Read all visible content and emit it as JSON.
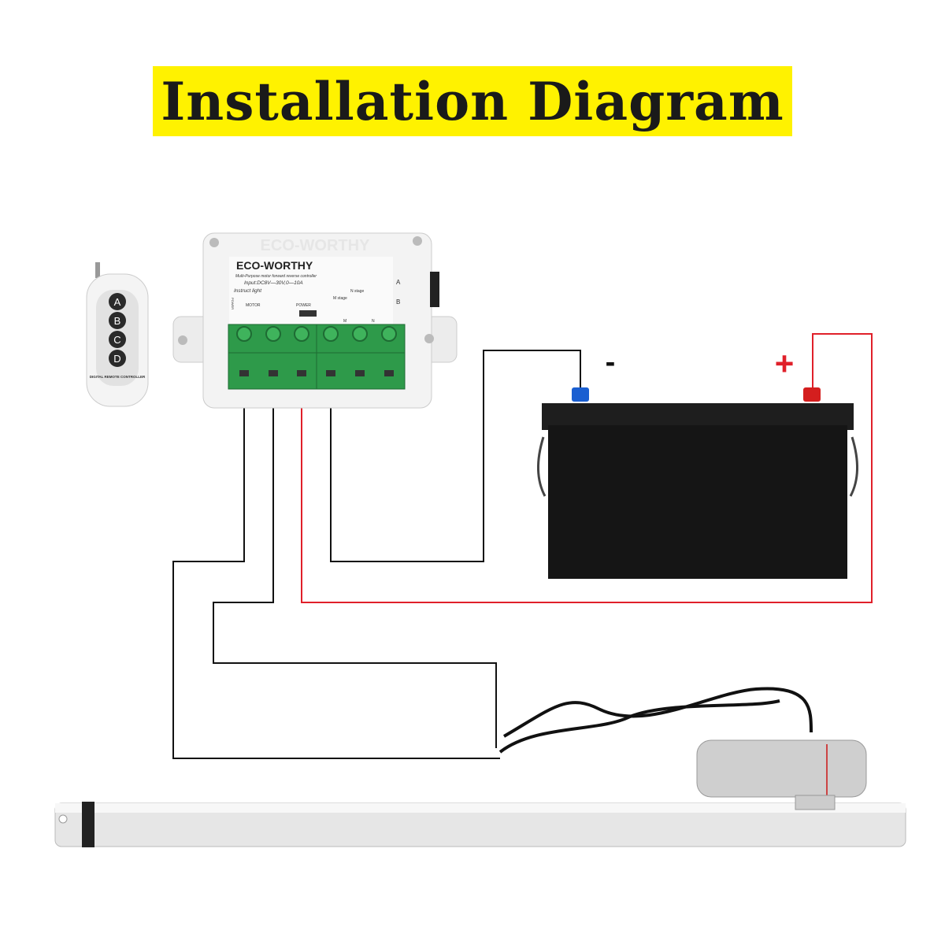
{
  "title": "Installation Diagram",
  "controller": {
    "brand": "ECO-WORTHY",
    "subtitle": "Multi-Purpose motor forward reverse controller",
    "input": "Input:DC8V—30V,0—10A",
    "instruct": "Instruct  light",
    "n_stage": "N  stage",
    "m_stage": "M  stage",
    "motor": "MOTOR",
    "power": "POWER",
    "power_side": "POWER",
    "m": "M",
    "n": "N",
    "a": "A",
    "b": "B"
  },
  "remote": {
    "buttons": [
      "A",
      "B",
      "C",
      "D"
    ],
    "label": "DIGITAL REMOTE CONTROLLER"
  },
  "battery": {
    "negative": "-",
    "positive": "+"
  },
  "colors": {
    "title_bg": "#fff200",
    "wire_black": "#111111",
    "wire_red": "#e0202a",
    "terminal_green": "#2e9a4a"
  }
}
